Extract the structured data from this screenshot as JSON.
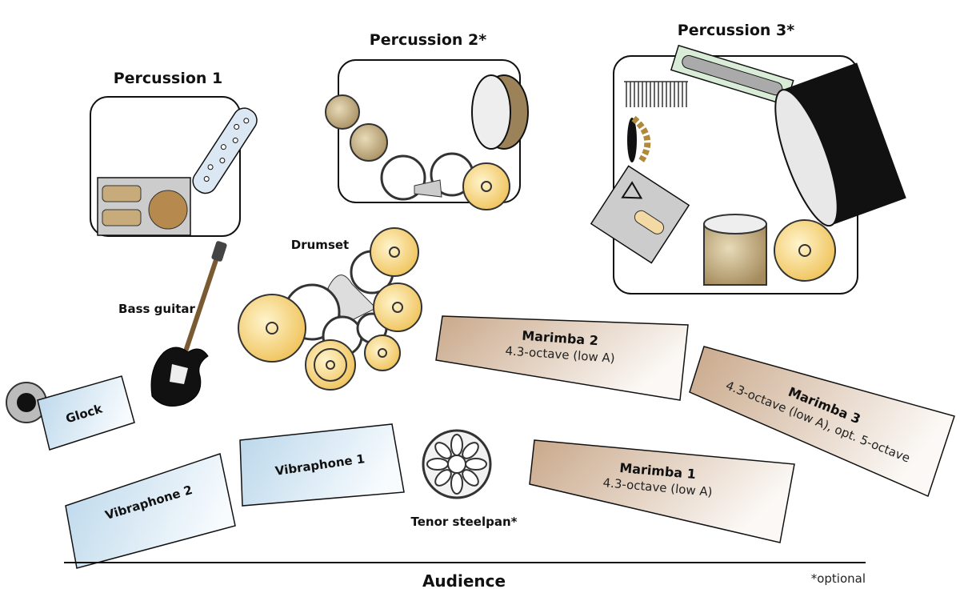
{
  "groups": {
    "percussion1": "Percussion 1",
    "percussion2": "Percussion 2*",
    "percussion3": "Percussion 3*",
    "drumset": "Drumset",
    "bass_guitar": "Bass guitar",
    "glock": "Glock",
    "vibraphone1": "Vibraphone 1",
    "vibraphone2": "Vibraphone 2",
    "tenor_steelpan": "Tenor steelpan*",
    "marimba1": {
      "name": "Marimba 1",
      "detail": "4.3-octave (low A)"
    },
    "marimba2": {
      "name": "Marimba 2",
      "detail": "4.3-octave (low A)"
    },
    "marimba3": {
      "name": "Marimba 3",
      "detail": "4.3-octave (low A), opt. 5-octave"
    }
  },
  "audience": "Audience",
  "footnote": "*optional",
  "colors": {
    "cymbal": "#f3cf6e",
    "marimba": "#c9a88a",
    "vibraphone": "#b9d6ea",
    "drum_wood": "#9c8258"
  }
}
